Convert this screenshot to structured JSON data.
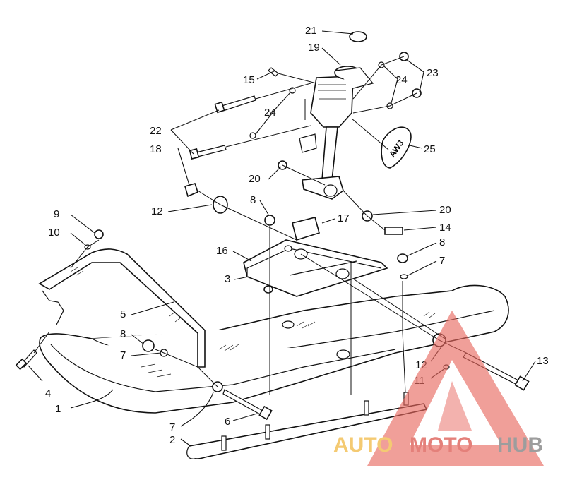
{
  "callouts": [
    {
      "id": "1",
      "text": "1"
    },
    {
      "id": "2",
      "text": "2"
    },
    {
      "id": "3",
      "text": "3"
    },
    {
      "id": "4",
      "text": "4"
    },
    {
      "id": "5",
      "text": "5"
    },
    {
      "id": "6",
      "text": "6"
    },
    {
      "id": "7a",
      "text": "7"
    },
    {
      "id": "7b",
      "text": "7"
    },
    {
      "id": "7c",
      "text": "7"
    },
    {
      "id": "8a",
      "text": "8"
    },
    {
      "id": "8b",
      "text": "8"
    },
    {
      "id": "8c",
      "text": "8"
    },
    {
      "id": "9",
      "text": "9"
    },
    {
      "id": "10",
      "text": "10"
    },
    {
      "id": "11",
      "text": "11"
    },
    {
      "id": "12a",
      "text": "12"
    },
    {
      "id": "12b",
      "text": "12"
    },
    {
      "id": "13",
      "text": "13"
    },
    {
      "id": "14",
      "text": "14"
    },
    {
      "id": "15",
      "text": "15"
    },
    {
      "id": "16",
      "text": "16"
    },
    {
      "id": "17",
      "text": "17"
    },
    {
      "id": "18",
      "text": "18"
    },
    {
      "id": "19",
      "text": "19"
    },
    {
      "id": "20a",
      "text": "20"
    },
    {
      "id": "20b",
      "text": "20"
    },
    {
      "id": "21",
      "text": "21"
    },
    {
      "id": "22",
      "text": "22"
    },
    {
      "id": "23",
      "text": "23"
    },
    {
      "id": "24a",
      "text": "24"
    },
    {
      "id": "24b",
      "text": "24"
    },
    {
      "id": "25",
      "text": "25"
    }
  ],
  "decal_text": "AW3",
  "watermark": {
    "part1": "AUTO",
    "part2": "MOTO",
    "part3": "HUB",
    "colors": {
      "triangle": "#e8685f",
      "auto": "#f3c15a",
      "moto": "#e06a63",
      "hub": "#8c8c8c"
    }
  }
}
